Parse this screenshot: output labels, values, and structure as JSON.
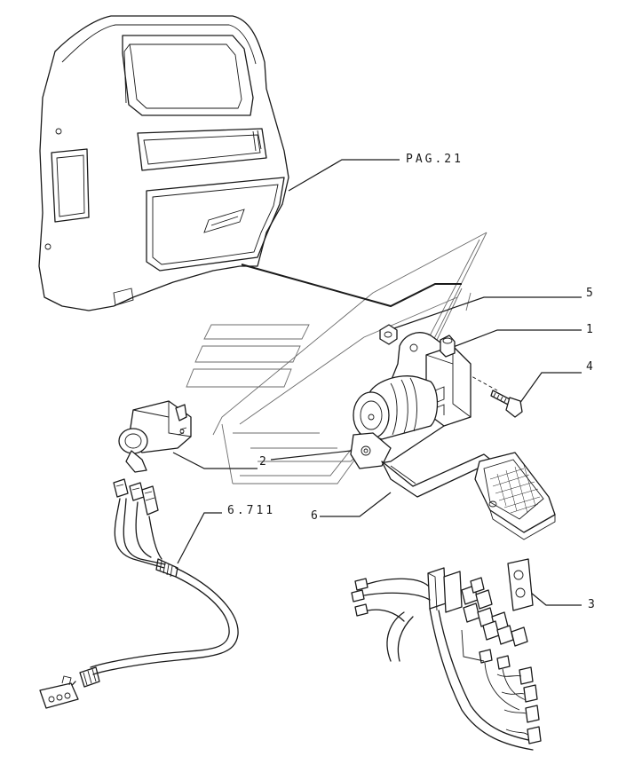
{
  "labels": {
    "pag21": "PAG.21",
    "ref_5": "5",
    "ref_1": "1",
    "ref_4": "4",
    "ref_2": "2",
    "ref_6": "6",
    "ref_6711": "6.711",
    "ref_3": "3"
  },
  "colors": {
    "line": "#1a1a1a",
    "watermark": "#6b6b6b",
    "background": "#ffffff"
  }
}
